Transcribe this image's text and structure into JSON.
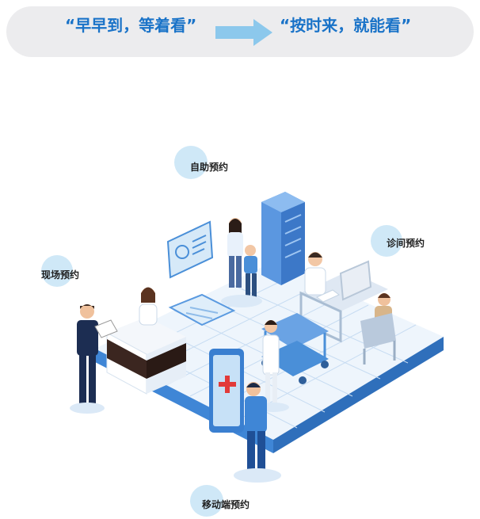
{
  "banner": {
    "left_text": "“早早到，等着看”",
    "right_text": "“按时来，就能看”"
  },
  "labels": {
    "self_service": "自助预约",
    "on_site": "现场预约",
    "clinic": "诊间预约",
    "mobile": "移动端预约"
  },
  "icons": {
    "arrow": "right-arrow-icon",
    "medical_cross": "red-cross-icon",
    "face_scan": "face-profile-icon"
  },
  "colors": {
    "banner_bg": "#ececee",
    "slogan_text": "#1a73c8",
    "arrow": "#8cc8ec",
    "platform": "#3f86d6",
    "accent_red": "#e23a3a"
  }
}
